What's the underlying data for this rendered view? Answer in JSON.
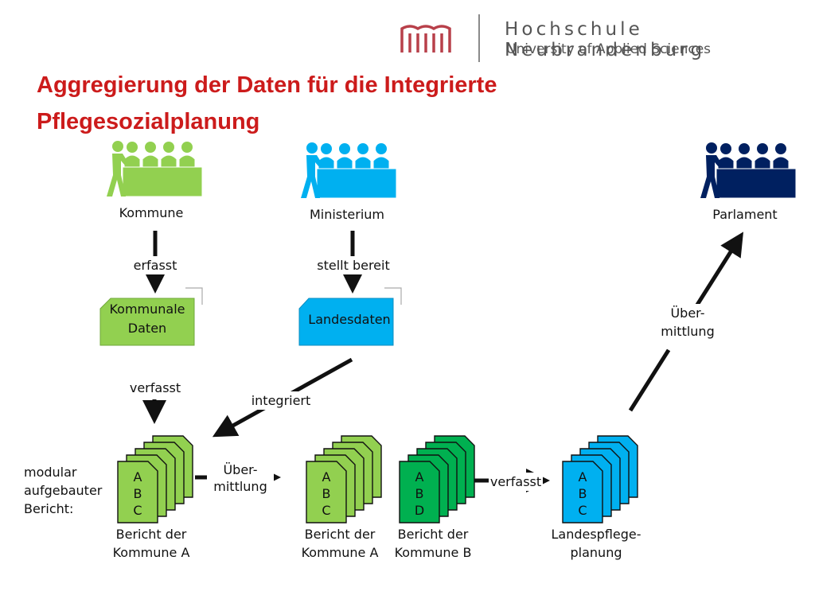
{
  "logo": {
    "name": "Hochschule Neubrandenburg",
    "subtitle": "University of Applied Sciences",
    "color": "#b8404a"
  },
  "title_line1": "Aggregierung der Daten für die Integrierte",
  "title_line2": "Pflegesozialplanung",
  "colors": {
    "kommune": "#92d050",
    "ministerium": "#00b0f0",
    "parlament": "#002060",
    "kommune_b": "#00b050",
    "title": "#cc1b1b"
  },
  "actors": {
    "kommune": "Kommune",
    "ministerium": "Ministerium",
    "parlament": "Parlament"
  },
  "data_cards": {
    "kommunale_daten": [
      "Kommunale",
      "Daten"
    ],
    "landesdaten": "Landesdaten"
  },
  "verbs": {
    "erfasst": "erfasst",
    "stellt_bereit": "stellt bereit",
    "verfasst_1": "verfasst",
    "integriert": "integriert",
    "uebermittlung_1": [
      "Über-",
      "mittlung"
    ],
    "verfasst_2": "verfasst",
    "uebermittlung_2": [
      "Über-",
      "mittlung"
    ]
  },
  "side_label": [
    "modular",
    "aufgebauter",
    "Bericht:"
  ],
  "reports": [
    {
      "letters": [
        "A",
        "B",
        "C"
      ],
      "caption": [
        "Bericht der",
        "Kommune A"
      ]
    },
    {
      "letters": [
        "A",
        "B",
        "C"
      ],
      "caption": [
        "Bericht der",
        "Kommune A"
      ]
    },
    {
      "letters": [
        "A",
        "B",
        "D"
      ],
      "caption": [
        "Bericht der",
        "Kommune B"
      ]
    },
    {
      "letters": [
        "A",
        "B",
        "C"
      ],
      "caption": [
        "Landespflege-",
        "planung"
      ]
    }
  ]
}
